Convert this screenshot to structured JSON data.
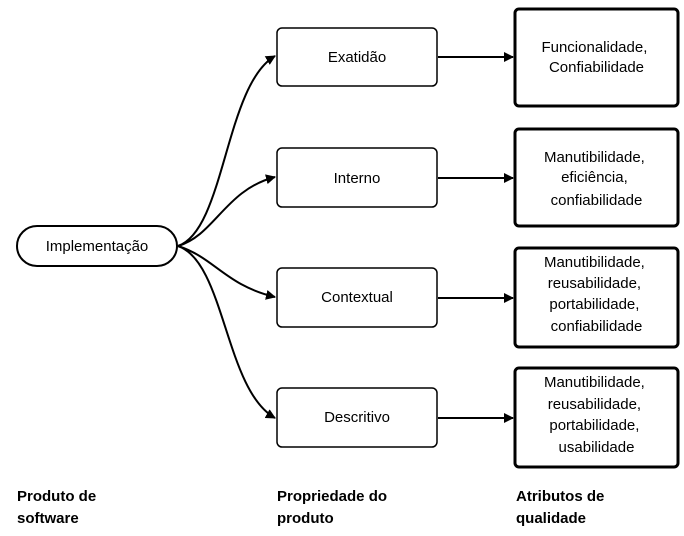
{
  "source": {
    "label": "Implementação"
  },
  "properties": [
    {
      "label": "Exatidão"
    },
    {
      "label": "Interno"
    },
    {
      "label": "Contextual"
    },
    {
      "label": "Descritivo"
    }
  ],
  "attributes": [
    {
      "lines": [
        "Funcionalidade,",
        "Confiabilidade"
      ]
    },
    {
      "lines": [
        "Manutibilidade,",
        "eficiência,",
        "confiabilidade"
      ]
    },
    {
      "lines": [
        "Manutibilidade,",
        "reusabilidade,",
        "portabilidade,",
        "confiabilidade"
      ]
    },
    {
      "lines": [
        "Manutibilidade,",
        "reusabilidade,",
        "portabilidade,",
        "usabilidade"
      ]
    }
  ],
  "footer": {
    "col1": [
      "Produto de",
      "software"
    ],
    "col2": [
      "Propriedade do",
      "produto"
    ],
    "col3": [
      "Atributos de",
      "qualidade"
    ]
  }
}
